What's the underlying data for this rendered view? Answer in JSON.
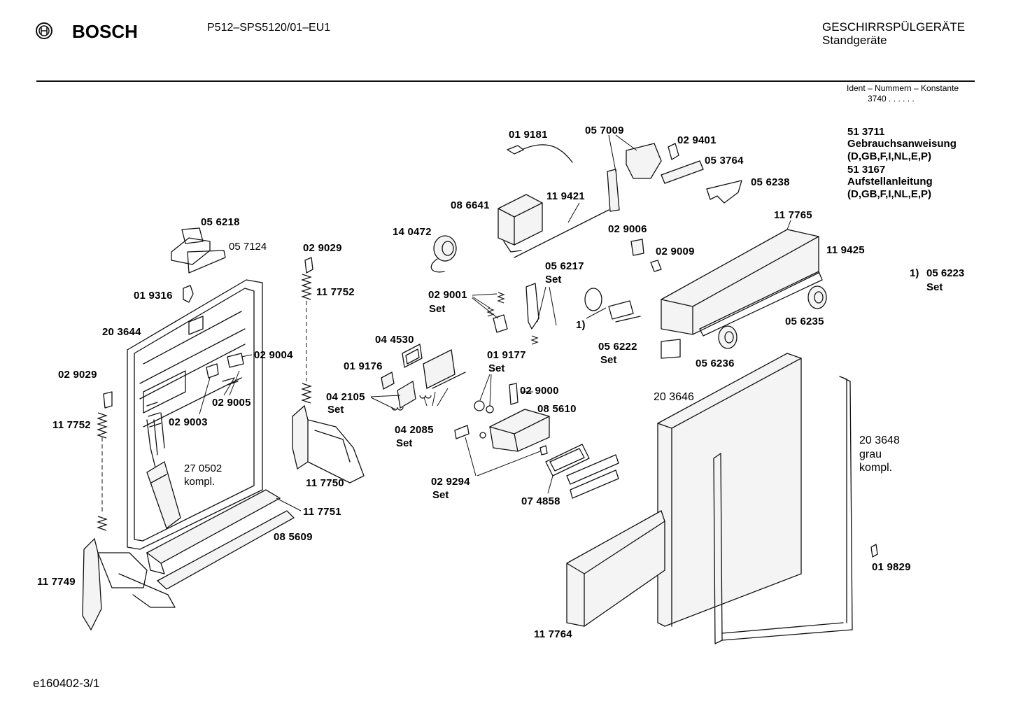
{
  "header": {
    "brand": "BOSCH",
    "model": "P512–SPS5120/01–EU1",
    "category_line1": "GESCHIRRSPÜLGERÄTE",
    "category_line2": "Standgeräte",
    "ident_label": "Ident – Nummern – Konstante",
    "ident_value": "3740 . . . . . ."
  },
  "documents": {
    "doc1_number": "51 3711",
    "doc1_title": "Gebrauchsanweisung",
    "doc1_langs": "(D,GB,F,I,NL,E,P)",
    "doc2_number": "51 3167",
    "doc2_title": "Aufstellanleitung",
    "doc2_langs": "(D,GB,F,I,NL,E,P)"
  },
  "footnote": {
    "marker": "1)",
    "part": "05 6223",
    "note": "Set"
  },
  "footer": {
    "drawing_id": "e160402-3/1"
  },
  "parts": {
    "p019181": "01 9181",
    "p057009": "05 7009",
    "p029401": "02 9401",
    "p053764": "05 3764",
    "p056238": "05 6238",
    "p086641": "08 6641",
    "p119421": "11 9421",
    "p140472": "14 0472",
    "p056218": "05 6218",
    "p057124": "05 7124",
    "p029029a": "02 9029",
    "p117752a": "11 7752",
    "p019316": "01 9316",
    "p203644": "20 3644",
    "p029004": "02 9004",
    "p029005": "02 9005",
    "p029003": "02 9003",
    "p029029b": "02 9029",
    "p117752b": "11 7752",
    "p270502": "27 0502",
    "p270502_note": "kompl.",
    "p117749": "11 7749",
    "p117750": "11 7750",
    "p117751": "11 7751",
    "p085609": "08 5609",
    "p044530": "04 4530",
    "p019176": "01 9176",
    "p042105": "04 2105",
    "p042105_note": "Set",
    "p042085": "04 2085",
    "p042085_note": "Set",
    "p029001": "02 9001",
    "p029001_note": "Set",
    "p056217": "05 6217",
    "p056217_note": "Set",
    "p019177": "01 9177",
    "p019177_note": "Set",
    "p029000": "02 9000",
    "p085610": "08 5610",
    "p029294": "02 9294",
    "p029294_note": "Set",
    "p074858": "07 4858",
    "p029006": "02 9006",
    "p029009": "02 9009",
    "p056222_marker": "1)",
    "p056222": "05 6222",
    "p056222_note": "Set",
    "p117765": "11 7765",
    "p119425": "11 9425",
    "p056235": "05 6235",
    "p056236": "05 6236",
    "p203646": "20 3646",
    "p203648": "20 3648",
    "p203648_note1": "grau",
    "p203648_note2": "kompl.",
    "p019829": "01 9829",
    "p117764": "11 7764"
  }
}
